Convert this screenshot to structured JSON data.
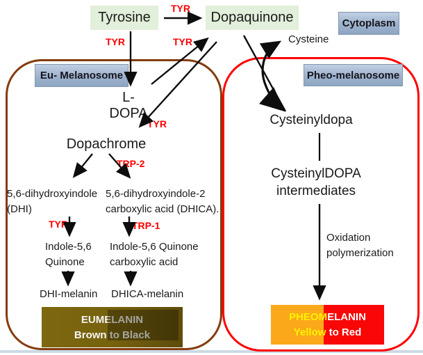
{
  "colors": {
    "node_green": "#e2efda",
    "label_blue": "#9db2cd",
    "enzyme_red": "#ff0000",
    "eu_border_brown": "#843c0c",
    "pheo_border_red": "#ff0000",
    "eumelanin_left": "#7d680f",
    "eumelanin_right": "#5d4c0c",
    "pheomelanin_orange": "#fba81a",
    "pheomelanin_red": "#f90606"
  },
  "cytoplasm": {
    "label": "Cytoplasm"
  },
  "top_row": {
    "tyrosine": "Tyrosine",
    "dopaquinone": "Dopaquinone",
    "enzyme_tyr_horizontal": "TYR",
    "enzyme_tyr_vertical": "TYR",
    "enzyme_tyr_diagonal": "TYR",
    "enzyme_tyr_to_dopachrome": "TYR",
    "cysteine": "Cysteine"
  },
  "eu_melanosome": {
    "label": "Eu- Melanosome",
    "l_dopa": "L-DOPA",
    "dopachrome": "Dopachrome",
    "enzyme_trp2": "TRP-2",
    "dhi_line1": "5,6-dihydroxyindole",
    "dhi_line2": "(DHI)",
    "dhica_line1": "5,6-dihydroxyindole-2",
    "dhica_line2": "carboxylic acid (DHICA).",
    "enzyme_tyr_dhi": "TYR",
    "enzyme_trp1": "TRP-1",
    "indole_quinone_line1": "Indole-5,6",
    "indole_quinone_line2": "Quinone",
    "indole_quinone_ca_line1": "Indole-5,6 Quinone",
    "indole_quinone_ca_line2": "carboxylic acid",
    "dhi_melanin": "DHI-melanin",
    "dhica_melanin": "DHICA-melanin",
    "eumelanin_title": "EUMELANIN",
    "eumelanin_subtitle": "Brown to Black"
  },
  "pheo_melanosome": {
    "label": "Pheo-melanosome",
    "cysteinyldopa": "Cysteinyldopa",
    "intermediates_line1": "CysteinylDOPA",
    "intermediates_line2": "intermediates",
    "process_line1": "Oxidation",
    "process_line2": "polymerization",
    "pheomelanin_title_left": "PHEOM",
    "pheomelanin_title_right": "ELANIN",
    "pheomelanin_subtitle_left": "Yellow",
    "pheomelanin_subtitle_right": " to Red"
  }
}
